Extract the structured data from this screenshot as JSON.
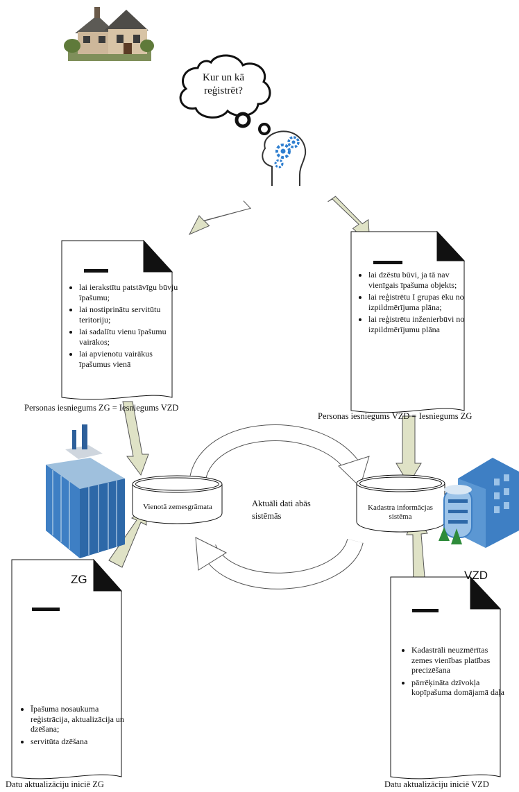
{
  "thought": {
    "question": "Kur un kā reģistrēt?"
  },
  "doc_zg_top": {
    "items": [
      "lai ierakstītu patstāvīgu būvju īpašumu;",
      "lai nostiprinātu servitūtu teritoriju;",
      "lai sadalītu vienu īpašumu vairākos;",
      "lai apvienotu vairākus īpašumus vienā"
    ],
    "caption": "Personas iesniegums ZG = Iesniegums VZD"
  },
  "doc_vzd_top": {
    "items": [
      "lai dzēstu būvi, ja tā nav vienīgais īpašuma objekts;",
      "lai reģistrētu I grupas ēku no izpildmērījuma plāna;",
      "lai reģistrētu inženierbūvi no izpildmērījumu plāna"
    ],
    "caption": "Personas iesniegums VZD = Iesniegums ZG"
  },
  "db_zg": {
    "label": "Vienotā zemesgrāmata"
  },
  "db_vzd": {
    "label": "Kadastra informācjas sistēma"
  },
  "sync_text": "Aktuāli dati abās sistēmās",
  "zg_label": "ZG",
  "vzd_label": "VZD",
  "doc_zg_bottom": {
    "items": [
      "Īpašuma nosaukuma reģistrācija, aktualizācija un dzēšana;",
      "servitūta dzēšana"
    ],
    "caption": "Datu aktualizāciju iniciē ZG"
  },
  "doc_vzd_bottom": {
    "items": [
      "Kadastrāli neuzmērītas zemes vienības platības precizēšana",
      "pārrēķināta dzīvokļa kopīpašuma domājamā daļa"
    ],
    "caption": "Datu aktualizāciju iniciē VZD"
  },
  "colors": {
    "arrow_fill": "#dfe2c6",
    "arrow_stroke": "#555555",
    "building_blue": "#3e7fc4",
    "gear_blue": "#2f7fd0"
  }
}
